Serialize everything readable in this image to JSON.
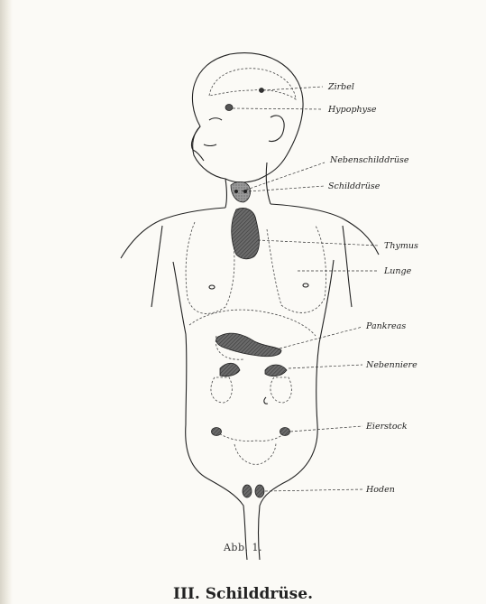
{
  "figure": {
    "caption": "Abb. 1.",
    "labels": {
      "zirbel": "Zirbel",
      "hypophyse": "Hypophyse",
      "nebenschilddruese": "Nebenschilddrüse",
      "schilddruese": "Schilddrüse",
      "thymus": "Thymus",
      "lunge": "Lunge",
      "pankreas": "Pankreas",
      "nebenniere": "Nebenniere",
      "eierstock": "Eierstock",
      "hoden": "Hoden"
    }
  },
  "section": {
    "title": "III. Schilddrüse."
  }
}
